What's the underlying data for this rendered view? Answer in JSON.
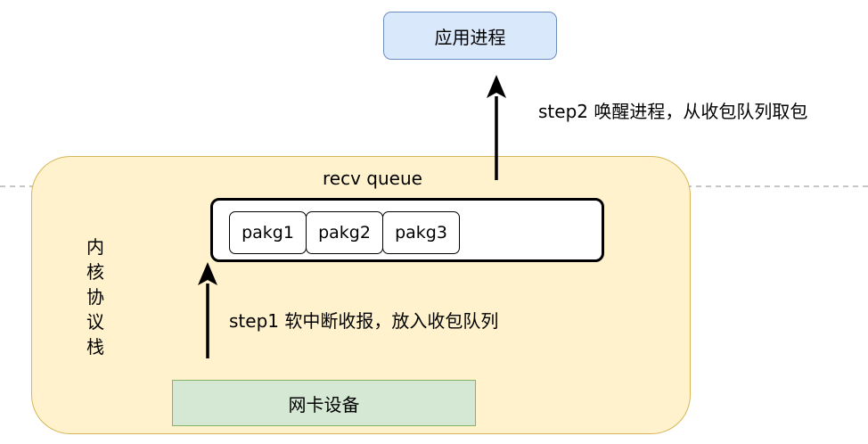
{
  "nodes": {
    "app_process": "应用进程",
    "kernel_stack": "内\n核\n协\n议\n栈",
    "recv_queue_label": "recv queue",
    "nic_device": "网卡设备"
  },
  "packets": [
    "pakg1",
    "pakg2",
    "pakg3"
  ],
  "steps": {
    "step1": "step1 软中断收报，放入收包队列",
    "step2": "step2 唤醒进程，从收包队列取包"
  },
  "colors": {
    "app_fill": "#dae8fc",
    "app_stroke": "#6c8ebf",
    "kernel_fill": "#fff2cc",
    "kernel_stroke": "#d6b656",
    "nic_fill": "#d5e8d4",
    "nic_stroke": "#82b366",
    "divider": "#b3b3b3",
    "arrow": "#000000"
  }
}
